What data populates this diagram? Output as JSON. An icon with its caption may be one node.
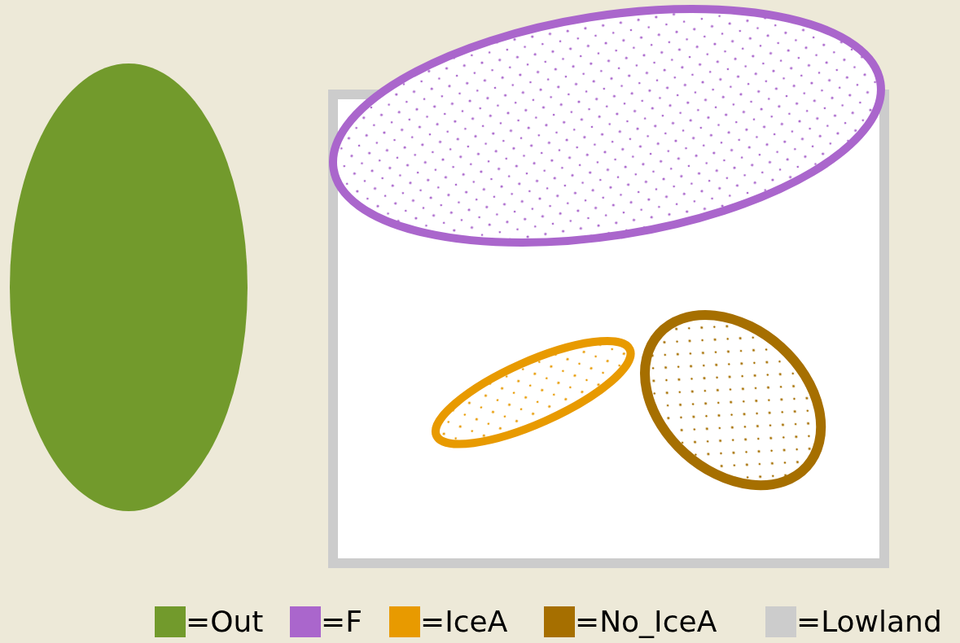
{
  "diagram": {
    "nodes": [
      {
        "text": [],
        "shape": "ellipse"
      },
      {
        "text": [],
        "shape": "box"
      },
      {
        "text": [],
        "shape": "ellipse"
      },
      {
        "text": [],
        "shape": "ellipse",
        "in": 1
      },
      {
        "text": [],
        "shape": "ellipse",
        "in": 1
      }
    ],
    "legend": [
      {
        "text": "=Out",
        "color": "#729a2c"
      },
      {
        "text": "=F",
        "color": "#aa66cc"
      },
      {
        "text": "=IceA",
        "color": "#e89a00"
      },
      {
        "text": "=No_IceA",
        "color": "#a66f00"
      },
      {
        "text": "=Lowland",
        "color": "#cccccc"
      }
    ]
  }
}
